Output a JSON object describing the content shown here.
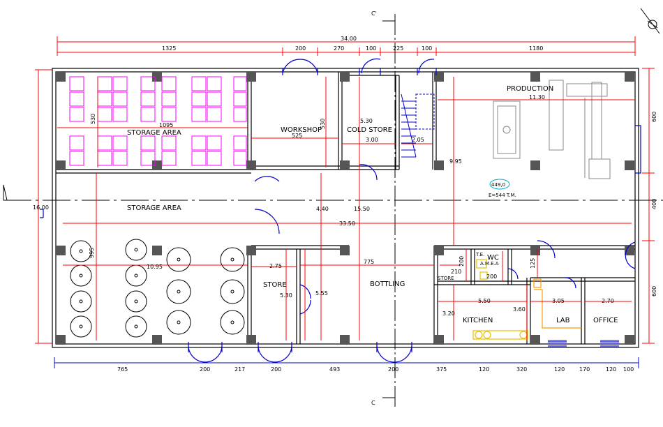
{
  "colors": {
    "wall": "#000000",
    "dimension_red": "#ff0000",
    "door_blue": "#0000cc",
    "storage_magenta": "#ff00ff",
    "kitchen_yellow": "#e6c000",
    "lab_orange": "#ff9900",
    "column_gray": "#555555",
    "fixture_gray": "#888888",
    "label_cyan": "#00aacc"
  },
  "icons": {
    "north": "north-arrow-icon"
  },
  "section_marks": {
    "top": "C'",
    "bottom": "C"
  },
  "rooms": {
    "storage_top": "STORAGE AREA",
    "storage_mid": "STORAGE AREA",
    "workshop": "WORKSHOP",
    "cold_store": "COLD STORE",
    "production": "PRODUCTION",
    "store": "STORE",
    "bottling": "BOTTLING",
    "kitchen": "KITCHEN",
    "lab": "LAB",
    "office": "OFFICE",
    "wc": "WC",
    "amea": "A.M.E.A",
    "te": "T.E.",
    "store_small": "STORE"
  },
  "level_marker": {
    "value": "449,0",
    "note": "E=544 T.M."
  },
  "dims_top": {
    "total": "34.00",
    "d1": "1325",
    "d2": "200",
    "d3": "270",
    "d4": "100",
    "d5": "225",
    "d6": "100",
    "d7": "1180"
  },
  "dims_bottom": {
    "d1": "765",
    "d2": "200",
    "d3": "217",
    "d4": "200",
    "d5": "493",
    "d6": "200",
    "d7": "375",
    "d8": "120",
    "d9": "320",
    "d10": "120",
    "d11": "170",
    "d12": "120",
    "d13": "100"
  },
  "dims_left": {
    "total": "16.00"
  },
  "dims_right": {
    "top": "600",
    "mid": "400",
    "bottom": "600"
  },
  "dims_inner": {
    "storage_w": "1095",
    "storage_h": "530",
    "workshop_w": "525",
    "workshop_h": "530",
    "cold_h": "5.30",
    "cold_w": "3.00",
    "stair_w": "2.05",
    "production_w": "11.30",
    "prod_h": "9.95",
    "mid_h": "4.40",
    "mid_h2": "15.50",
    "long": "33.50",
    "lower_h": "995",
    "lower_w": "10.95",
    "store_w": "2.75",
    "store_h": "5.30",
    "store_h2": "5.55",
    "bottling_w": "775",
    "kitchen_w": "5.50",
    "kitchen_h": "3.20",
    "kitchen_h2": "3.60",
    "lab_w": "3.05",
    "office_w": "2.70",
    "wc_h1": "200",
    "wc_h2": "200",
    "wc_w": "210",
    "hall_h": "125"
  }
}
